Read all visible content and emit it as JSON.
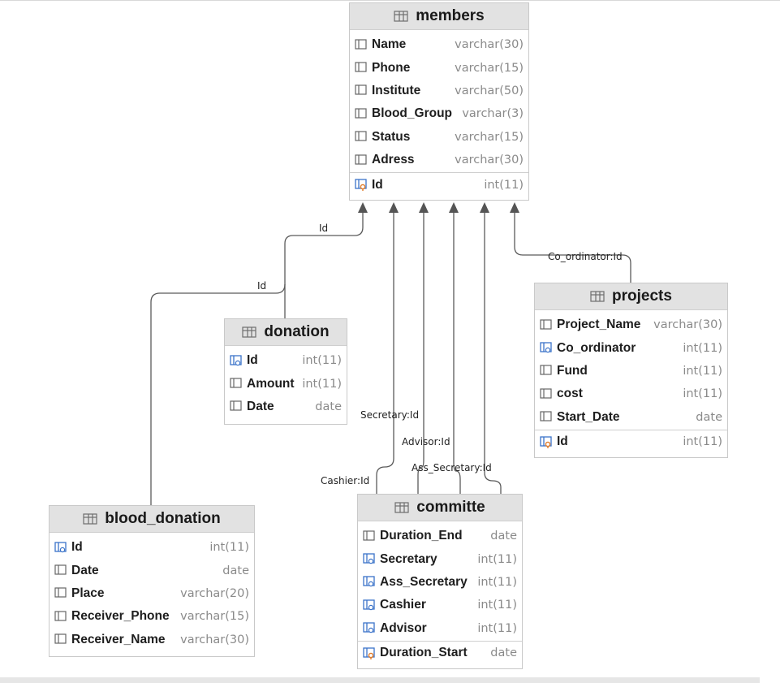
{
  "tables": {
    "members": {
      "title": "members",
      "columns": [
        {
          "name": "Name",
          "type": "varchar(30)",
          "icon": "column-icon"
        },
        {
          "name": "Phone",
          "type": "varchar(15)",
          "icon": "column-icon"
        },
        {
          "name": "Institute",
          "type": "varchar(50)",
          "icon": "column-icon"
        },
        {
          "name": "Blood_Group",
          "type": "varchar(3)",
          "icon": "column-icon"
        },
        {
          "name": "Status",
          "type": "varchar(15)",
          "icon": "column-icon"
        },
        {
          "name": "Adress",
          "type": "varchar(30)",
          "icon": "column-icon"
        }
      ],
      "keys": [
        {
          "name": "Id",
          "type": "int(11)",
          "icon": "primary-key-icon"
        }
      ]
    },
    "donation": {
      "title": "donation",
      "columns": [
        {
          "name": "Id",
          "type": "int(11)",
          "icon": "foreign-key-icon"
        },
        {
          "name": "Amount",
          "type": "int(11)",
          "icon": "column-icon"
        },
        {
          "name": "Date",
          "type": "date",
          "icon": "column-icon"
        }
      ],
      "keys": []
    },
    "projects": {
      "title": "projects",
      "columns": [
        {
          "name": "Project_Name",
          "type": "varchar(30)",
          "icon": "column-icon"
        },
        {
          "name": "Co_ordinator",
          "type": "int(11)",
          "icon": "foreign-key-icon"
        },
        {
          "name": "Fund",
          "type": "int(11)",
          "icon": "column-icon"
        },
        {
          "name": "cost",
          "type": "int(11)",
          "icon": "column-icon"
        },
        {
          "name": "Start_Date",
          "type": "date",
          "icon": "column-icon"
        }
      ],
      "keys": [
        {
          "name": "Id",
          "type": "int(11)",
          "icon": "primary-key-icon"
        }
      ]
    },
    "blood_donation": {
      "title": "blood_donation",
      "columns": [
        {
          "name": "Id",
          "type": "int(11)",
          "icon": "foreign-key-icon"
        },
        {
          "name": "Date",
          "type": "date",
          "icon": "column-icon"
        },
        {
          "name": "Place",
          "type": "varchar(20)",
          "icon": "column-icon"
        },
        {
          "name": "Receiver_Phone",
          "type": "varchar(15)",
          "icon": "column-icon"
        },
        {
          "name": "Receiver_Name",
          "type": "varchar(30)",
          "icon": "column-icon"
        }
      ],
      "keys": []
    },
    "committe": {
      "title": "committe",
      "columns": [
        {
          "name": "Duration_End",
          "type": "date",
          "icon": "column-icon"
        },
        {
          "name": "Secretary",
          "type": "int(11)",
          "icon": "foreign-key-icon"
        },
        {
          "name": "Ass_Secretary",
          "type": "int(11)",
          "icon": "foreign-key-icon"
        },
        {
          "name": "Cashier",
          "type": "int(11)",
          "icon": "foreign-key-icon"
        },
        {
          "name": "Advisor",
          "type": "int(11)",
          "icon": "foreign-key-icon"
        }
      ],
      "keys": [
        {
          "name": "Duration_Start",
          "type": "date",
          "icon": "primary-key-icon"
        }
      ]
    }
  },
  "edge_labels": {
    "donation_id": "Id",
    "blood_donation_id": "Id",
    "projects_coordinator": "Co_ordinator:Id",
    "committe_secretary": "Secretary:Id",
    "committe_advisor": "Advisor:Id",
    "committe_ass_secretary": "Ass_Secretary:Id",
    "committe_cashier": "Cashier:Id"
  },
  "colors": {
    "header_bg": "#e2e2e2",
    "border": "#c9c9c9",
    "type_text": "#8a8a8a",
    "fk_icon": "#3b73c9",
    "pk_icon": "#e07b2a",
    "line": "#5a5a5a"
  }
}
